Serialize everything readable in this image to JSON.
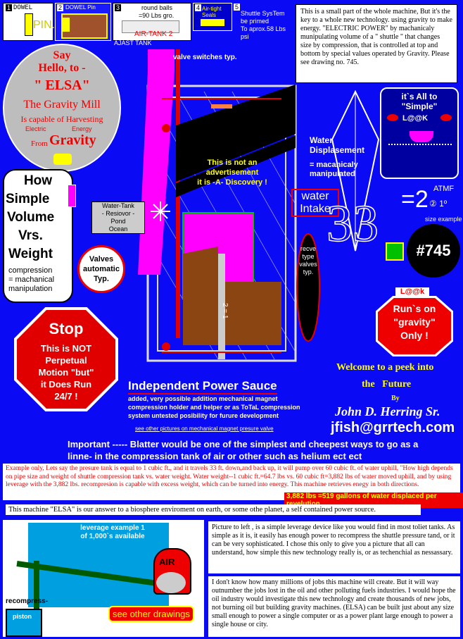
{
  "top_panels": {
    "p1": {
      "num": "1",
      "label": "DOWEL",
      "pin": "PIN."
    },
    "p2": {
      "num": "2",
      "label": "DOWEL Pin"
    },
    "p3": {
      "num": "3",
      "balls": "round balls",
      "weight": "=90 Lbs gro.",
      "tank": "AIR-TANK 2",
      "sub": "AJAST TANK"
    },
    "p4": {
      "num": "4",
      "label": "Air-tight Seals"
    },
    "p5": {
      "num": "5",
      "text": "Shuttle SysTem\nbe primed\nTo aprox.58 Lbs psi"
    }
  },
  "intro": "This is a small part of the whole machine, But it's the key to a whole new technology. using gravity to make energy. \"ELECTRIC POWER\" by machanicaly munipulating volume of a \" shuttle \" that changes size by compression, that is controlled at top and bottom by special values operated by Gravity. Please see drawing no. 745.",
  "elsa": {
    "say": "Say",
    "hello": "Hello, to -",
    "name": "\" ELSA\"",
    "mill": "The Gravity Mill",
    "capable": "Is capable of Harvesting",
    "electric": "Electric",
    "energy": "Energy",
    "from": "From",
    "gravity": "Gravity"
  },
  "diagram": {
    "valve_switches": "valve switches typ.",
    "not_ad": "This is not an advertisement\nit is -A- Discovery !",
    "water_tank": "Water-Tank\n- Resiovor -\nPond\nOcean",
    "valves_auto": "Valves\nautomatic\nTyp.",
    "water_intake": "water\nIntake",
    "receive_valves": "recve\ntype\nvalves\ntyp.",
    "shuttle_label": "2 = 1"
  },
  "how_simple": {
    "w1": "How",
    "w2": "Simple",
    "w3": "Volume",
    "w4": "Vrs.",
    "w5": "Weight",
    "sub": "compression\n= machanical\nmanipulation"
  },
  "simple_box": {
    "title": "it`s All to\n\"Simple\"",
    "look": "L@@K",
    "water": "Water\nDisplasement",
    "manip": "= macanicaly\nmanipulated",
    "atmf": "ATMF",
    "formula": "=2",
    "sub": "② 1º",
    "size": "size example"
  },
  "big_number": "33",
  "drawing_no": "#745",
  "runs_on": {
    "look": "L@@k",
    "text": "Run`s on\n\"gravity\"\nOnly !"
  },
  "stop": {
    "title": "Stop",
    "body": "This is NOT\nPerpetual\nMotion \"but\"\nit Does Run\n24/7 !"
  },
  "power_sauce": {
    "title": "Independent Power Sauce",
    "desc": "added, very possible addition mechanical magnet\ncompression holder and helper or as ToTaL compression\nsystem untested posibility for furure development",
    "see": "see other pictures on mechanical magnet presure valve"
  },
  "welcome": {
    "l1": "Welcome to a peek into",
    "l2": "the   Future",
    "by": "By",
    "author": "John D. Herring Sr.",
    "email": "jfish@grrtech.com"
  },
  "important": "Important ----- Blatter would be one of the simplest and cheepest ways to go as a\nlinne- in the compression tank of air or other such as helium ect ect",
  "example": "Example only,   Lets say the presure tank is equal to 1 cubic ft., and it travels 33 ft. down,and back up, it will pump over 60 cubic ft. of water uphill, \"How high depends on pipe size and weight of shuttle compression tank vs. water weight. Water weight--1 cubic ft.=64.7 lbs vs. 60 cubic ft=3,882 lbs of water moved uphill, and by using leverage with the 3,882 lbs. recompresion is capable with excess weight, which can be turned into energy. This machine retrieves enegy in both directions.",
  "displaced": "3,882 lbs =519 gallons of water displaced  per revelution",
  "elsa_line": "This machine \"ELSA\" is our answer to a biosphere enviroment on earth, or some othe planet, a self contained power source.",
  "leverage": {
    "title": "leverage example 1\nof 1,000`s available",
    "recompress": "recompress-",
    "air": "AIR",
    "piston": "piston",
    "see": "see other drawings"
  },
  "para_left": "Picture to left , is a simple leverage device like you would find in most toliet tanks. As simple as it is, it easily has enough power to recompress the shuttle pressure tand, or it can be very sophisticated. I chose this only to give you a picture that all can understand, how simple this new technology really is, or as techenchial as nessassary.",
  "para_jobs": "I don't know how many millions of jobs this machine will create. But it will way outnumber the jobs lost in the oil and other polluting fuels industries. I would hope the oil industry would investigate this new technology and create thousands of new jobs, not burning oil but building gravity machines. (ELSA) can be built just about any size small enough to power a single computer or as a power plant large enough to power a single house or city.",
  "colors": {
    "background": "#0a0af5",
    "magenta": "#ff00ff",
    "red": "#e00000",
    "yellow": "#ffff00",
    "brown": "#8b4513"
  }
}
